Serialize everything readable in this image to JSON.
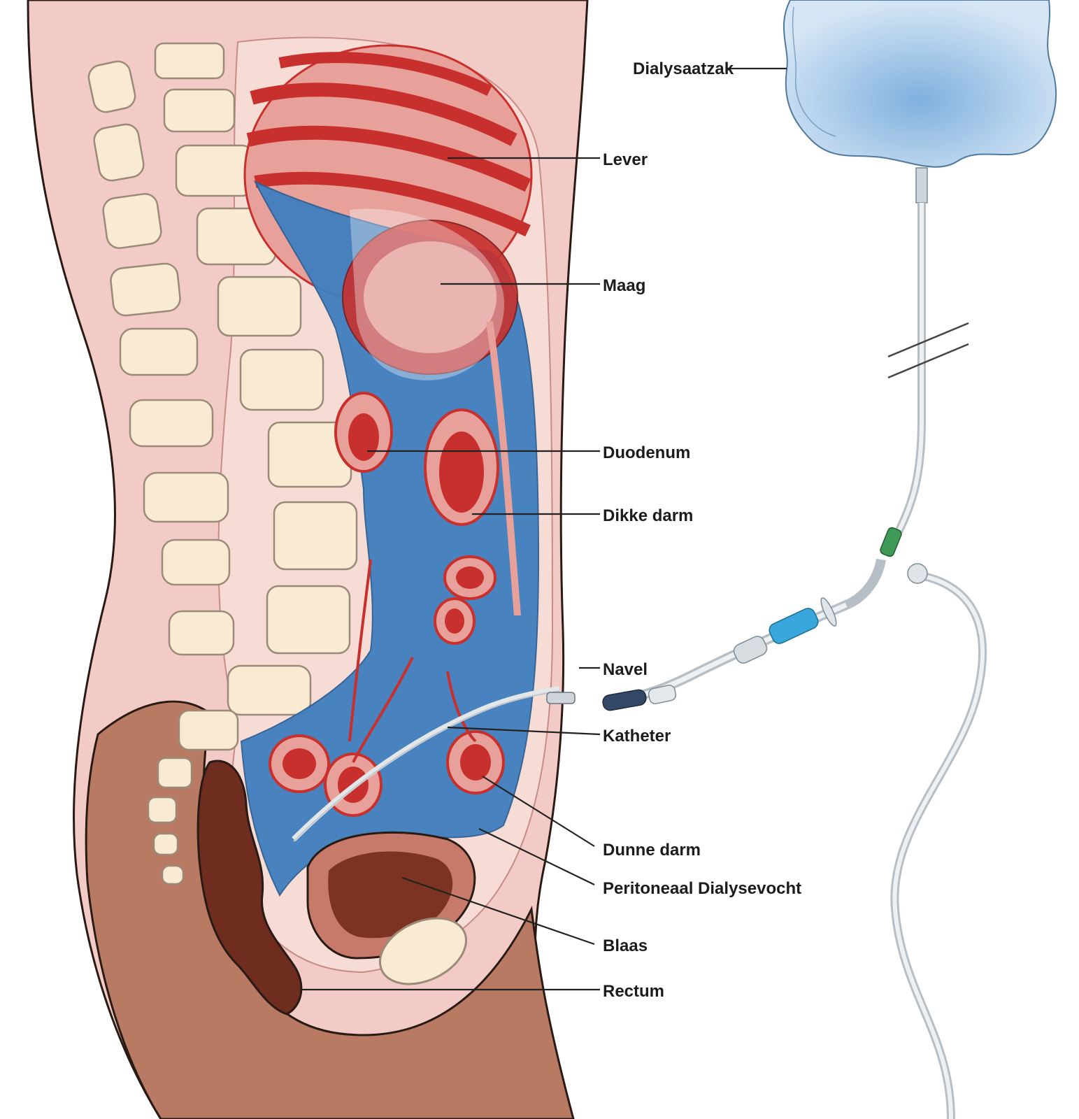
{
  "diagram": {
    "colors": {
      "skin": "#f3cbc6",
      "skin_inner": "#f7dcd6",
      "torso_dark": "#b87a62",
      "bone": "#f8ead3",
      "bone_line": "#9a8a77",
      "organ_red": "#c8302d",
      "organ_light": "#e8a19a",
      "fluid_blue": "#3f7fbf",
      "fluid_light": "#a9c6e6",
      "rectum": "#6e2d1e",
      "bladder": "#7c3322",
      "bag": "#bcd7ef",
      "tube": "#e3e7ea",
      "connector_blue": "#3aa7dc",
      "connector_green": "#3e9a56",
      "connector_navy": "#334867"
    },
    "labels": {
      "dialysaatzak": "Dialysaatzak",
      "lever": "Lever",
      "maag": "Maag",
      "duodenum": "Duodenum",
      "dikke_darm": "Dikke darm",
      "navel": "Navel",
      "katheter": "Katheter",
      "dunne_darm": "Dunne darm",
      "peritoneaal": "Peritoneaal Dialysevocht",
      "blaas": "Blaas",
      "rectum": "Rectum"
    }
  }
}
